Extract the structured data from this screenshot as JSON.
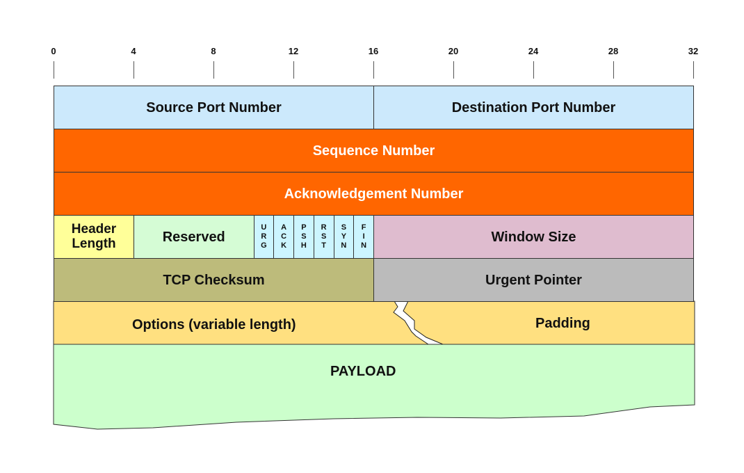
{
  "diagram": {
    "title": "TCP Header Format",
    "bit_scale": {
      "start": 0,
      "end": 32,
      "ticks": [
        0,
        4,
        8,
        12,
        16,
        20,
        24,
        28,
        32
      ]
    },
    "rows": [
      {
        "fields": [
          {
            "id": "source-port",
            "label": "Source Port Number",
            "bits": [
              0,
              16
            ],
            "color": "#cce9fc",
            "text_color": "#111111"
          },
          {
            "id": "destination-port",
            "label": "Destination Port Number",
            "bits": [
              16,
              32
            ],
            "color": "#cce9fc",
            "text_color": "#111111"
          }
        ]
      },
      {
        "fields": [
          {
            "id": "sequence-number",
            "label": "Sequence Number",
            "bits": [
              0,
              32
            ],
            "color": "#ff6600",
            "text_color": "#ffffff"
          }
        ]
      },
      {
        "fields": [
          {
            "id": "acknowledgement-number",
            "label": "Acknowledgement Number",
            "bits": [
              0,
              32
            ],
            "color": "#ff6600",
            "text_color": "#ffffff"
          }
        ]
      },
      {
        "fields": [
          {
            "id": "header-length",
            "label": "Header Length",
            "bits": [
              0,
              4
            ],
            "color": "#ffff99",
            "text_color": "#111111"
          },
          {
            "id": "reserved",
            "label": "Reserved",
            "bits": [
              4,
              10
            ],
            "color": "#d5fcd5",
            "text_color": "#111111"
          },
          {
            "id": "window-size",
            "label": "Window Size",
            "bits": [
              16,
              32
            ],
            "color": "#dfbccf",
            "text_color": "#111111"
          }
        ]
      },
      {
        "fields": [
          {
            "id": "tcp-checksum",
            "label": "TCP Checksum",
            "bits": [
              0,
              16
            ],
            "color": "#bdbb7b",
            "text_color": "#111111"
          },
          {
            "id": "urgent-pointer",
            "label": "Urgent Pointer",
            "bits": [
              16,
              32
            ],
            "color": "#bbbbbb",
            "text_color": "#111111"
          }
        ]
      }
    ],
    "flags": {
      "bits": [
        10,
        16
      ],
      "color": "#ccf5ff",
      "items": [
        {
          "name": "URG",
          "letters": [
            "U",
            "R",
            "G"
          ]
        },
        {
          "name": "ACK",
          "letters": [
            "A",
            "C",
            "K"
          ]
        },
        {
          "name": "PSH",
          "letters": [
            "P",
            "S",
            "H"
          ]
        },
        {
          "name": "RST",
          "letters": [
            "R",
            "S",
            "T"
          ]
        },
        {
          "name": "SYN",
          "letters": [
            "S",
            "Y",
            "N"
          ]
        },
        {
          "name": "FIN",
          "letters": [
            "F",
            "I",
            "N"
          ]
        }
      ]
    },
    "options": {
      "label": "Options (variable length)",
      "color": "#ffe080"
    },
    "padding": {
      "label": "Padding",
      "color": "#ffe080"
    },
    "payload": {
      "label": "PAYLOAD",
      "color": "#ccffcc"
    }
  }
}
